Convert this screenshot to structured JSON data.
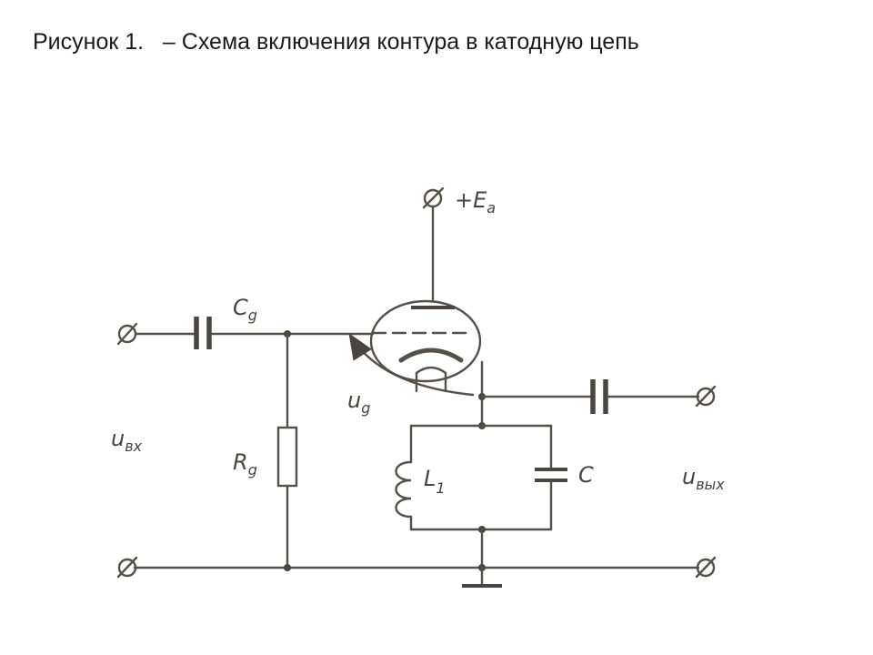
{
  "caption": "Рисунок 1.   – Схема включения контура в катодную цепь",
  "labels": {
    "ea_main": "+E",
    "ea_sub": "a",
    "cg_main": "C",
    "cg_sub": "g",
    "ug_main": "u",
    "ug_sub": "g",
    "uin_main": "u",
    "uin_sub": "вх",
    "rg_main": "R",
    "rg_sub": "g",
    "l1_main": "L",
    "l1_sub": "1",
    "c_main": "C",
    "uout_main": "u",
    "uout_sub": "вых"
  }
}
